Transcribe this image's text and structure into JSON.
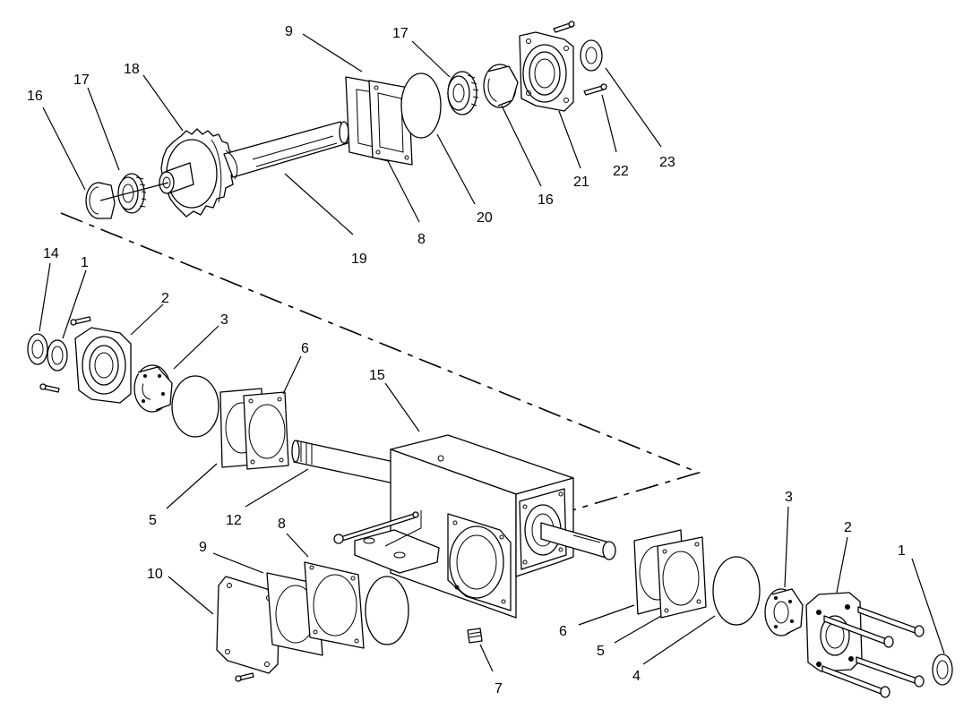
{
  "diagram": {
    "callouts": [
      "1",
      "2",
      "3",
      "4",
      "5",
      "6",
      "7",
      "8",
      "9",
      "10",
      "12",
      "14",
      "15",
      "16",
      "17",
      "18",
      "19",
      "20",
      "21",
      "22",
      "23"
    ]
  },
  "labels": {
    "c16a": "16",
    "c17a": "17",
    "c18": "18",
    "c19": "19",
    "c9a": "9",
    "c17b": "17",
    "c8a": "8",
    "c20": "20",
    "c16b": "16",
    "c21": "21",
    "c22": "22",
    "c23": "23",
    "c14": "14",
    "c1a": "1",
    "c2a": "2",
    "c3a": "3",
    "c6a": "6",
    "c5a": "5",
    "c15": "15",
    "c12": "12",
    "c8b": "8",
    "c9b": "9",
    "c10": "10",
    "c7": "7",
    "c6b": "6",
    "c5b": "5",
    "c4": "4",
    "c3b": "3",
    "c2b": "2",
    "c1b": "1"
  }
}
